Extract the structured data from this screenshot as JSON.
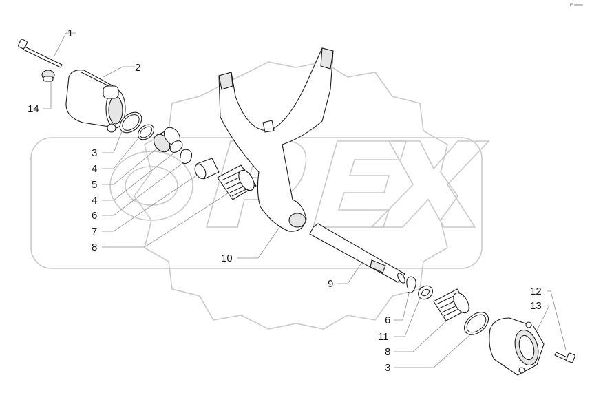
{
  "corner_mark": "ℓ⁰ ═══",
  "callouts": {
    "c1": "1",
    "c2": "2",
    "c14": "14",
    "c3a": "3",
    "c4a": "4",
    "c5": "5",
    "c4b": "4",
    "c6a": "6",
    "c7": "7",
    "c8a": "8",
    "c10": "10",
    "c9": "9",
    "c6b": "6",
    "c11": "11",
    "c8b": "8",
    "c3b": "3",
    "c12": "12",
    "c13": "13"
  },
  "watermark": {
    "text": "OPEX",
    "color": "#c9c9c9"
  },
  "colors": {
    "line": "#1a1a1a",
    "leader": "#8c8c8c",
    "background": "#ffffff"
  }
}
